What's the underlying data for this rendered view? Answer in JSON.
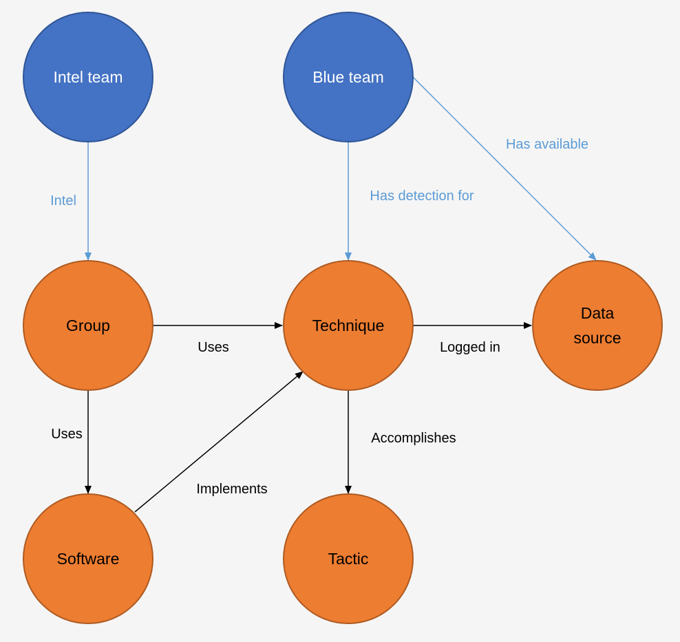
{
  "colors": {
    "blue_fill": "#4472c4",
    "blue_stroke": "#2f5597",
    "orange_fill": "#ed7d31",
    "orange_stroke": "#ae5a21",
    "blue_edge": "#5b9bd5",
    "black_edge": "#000000",
    "blue_text": "#5b9bd5",
    "white_text": "#ffffff",
    "dark_text": "#000000"
  },
  "nodes": {
    "intel_team": {
      "label": "Intel team",
      "kind": "blue"
    },
    "blue_team": {
      "label": "Blue team",
      "kind": "blue"
    },
    "group": {
      "label": "Group",
      "kind": "orange"
    },
    "technique": {
      "label": "Technique",
      "kind": "orange"
    },
    "data_source": {
      "label_line1": "Data",
      "label_line2": "source",
      "kind": "orange"
    },
    "software": {
      "label": "Software",
      "kind": "orange"
    },
    "tactic": {
      "label": "Tactic",
      "kind": "orange"
    }
  },
  "edges": {
    "intel": {
      "label": "Intel",
      "from": "Intel team",
      "to": "Group",
      "style": "blue"
    },
    "has_detection_for": {
      "label": "Has detection for",
      "from": "Blue team",
      "to": "Technique",
      "style": "blue"
    },
    "has_available": {
      "label": "Has available",
      "from": "Blue team",
      "to": "Data source",
      "style": "blue"
    },
    "group_uses_technique": {
      "label": "Uses",
      "from": "Group",
      "to": "Technique",
      "style": "black"
    },
    "logged_in": {
      "label": "Logged in",
      "from": "Technique",
      "to": "Data source",
      "style": "black"
    },
    "group_uses_software": {
      "label": "Uses",
      "from": "Group",
      "to": "Software",
      "style": "black"
    },
    "implements": {
      "label": "Implements",
      "from": "Software",
      "to": "Technique",
      "style": "black"
    },
    "accomplishes": {
      "label": "Accomplishes",
      "from": "Technique",
      "to": "Tactic",
      "style": "black"
    }
  }
}
